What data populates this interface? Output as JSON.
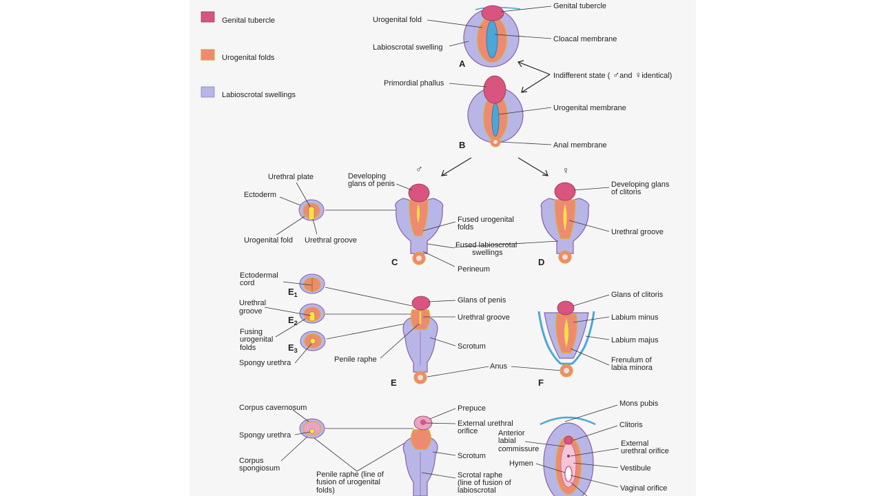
{
  "colors": {
    "genital_tubercle": "#d9547f",
    "urogenital_folds": "#ee8a72",
    "labioscrotal_swellings": "#b8b6e6",
    "membrane": "#4aa7d8",
    "groove": "#f7e14a"
  },
  "legend": {
    "genital_tubercle": "Genital tubercle",
    "urogenital_folds": "Urogenital folds",
    "labioscrotal_swellings": "Labioscrotal swellings"
  },
  "stages": {
    "A": "A",
    "B": "B",
    "C": "C",
    "D": "D",
    "E": "E",
    "F": "F",
    "E1": "E",
    "E1_sub": "1",
    "E2": "E",
    "E2_sub": "2",
    "E3": "E",
    "E3_sub": "3"
  },
  "symbols": {
    "male": "♂",
    "female": "♀"
  },
  "labels": {
    "A_genital_tubercle": "Genital tubercle",
    "A_urogenital_fold": "Urogenital fold",
    "A_cloacal_membrane": "Cloacal membrane",
    "A_labioscrotal_swelling": "Labioscrotal swelling",
    "indifferent_pre": "Indifferent state (",
    "indifferent_and": "and",
    "indifferent_post": "identical)",
    "B_primordial_phallus": "Primordial phallus",
    "B_urogenital_membrane": "Urogenital membrane",
    "B_anal_membrane": "Anal membrane",
    "cs_urethral_plate": "Urethral plate",
    "cs_ectoderm": "Ectoderm",
    "cs_urogenital_fold": "Urogenital fold",
    "cs_urethral_groove": "Urethral groove",
    "C_glans_1": "Developing",
    "C_glans_2": "glans of penis",
    "C_fused_uro_1": "Fused urogenital",
    "C_fused_uro_2": "folds",
    "C_fused_labio_1": "Fused labioscrotal",
    "C_fused_labio_2": "swellings",
    "C_perineum": "Perineum",
    "D_glans_1": "Developing glans",
    "D_glans_2": "of clitoris",
    "D_urethral_groove": "Urethral groove",
    "E_ecto_cord_1": "Ectodermal",
    "E_ecto_cord_2": "cord",
    "E_urethral_groove_1": "Urethral",
    "E_urethral_groove_2": "groove",
    "E_fusing_1": "Fusing",
    "E_fusing_2": "urogenital",
    "E_fusing_3": "folds",
    "E_spongy": "Spongy urethra",
    "E_penile_raphe": "Penile raphe",
    "E_glans_penis": "Glans of penis",
    "E_urethral_groove_r": "Urethral groove",
    "E_scrotum": "Scrotum",
    "E_anus": "Anus",
    "F_glans_clitoris": "Glans of clitoris",
    "F_labium_minus": "Labium minus",
    "F_labium_majus": "Labium majus",
    "F_frenulum_1": "Frenulum of",
    "F_frenulum_2": "labia minora",
    "G_corpus_cav": "Corpus cavernosum",
    "G_spongy": "Spongy urethra",
    "G_corpus_spong_1": "Corpus",
    "G_corpus_spong_2": "spongiosum",
    "G_penile_raphe_1": "Penile raphe (line of",
    "G_penile_raphe_2": "fusion of urogenital",
    "G_penile_raphe_3": "folds)",
    "G_prepuce": "Prepuce",
    "G_ext_orifice_1": "External urethral",
    "G_ext_orifice_2": "orifice",
    "G_scrotum": "Scrotum",
    "G_scrotal_raphe_1": "Scrotal raphe",
    "G_scrotal_raphe_2": "(line of fusion of",
    "G_scrotal_raphe_3": "labioscrotal",
    "H_mons_pubis": "Mons pubis",
    "H_clitoris": "Clitoris",
    "H_anterior_1": "Anterior",
    "H_anterior_2": "labial",
    "H_anterior_3": "commissure",
    "H_ext_orifice_1": "External",
    "H_ext_orifice_2": "urethral orifice",
    "H_hymen": "Hymen",
    "H_vestibule": "Vestibule",
    "H_vaginal_orifice": "Vaginal orifice"
  }
}
